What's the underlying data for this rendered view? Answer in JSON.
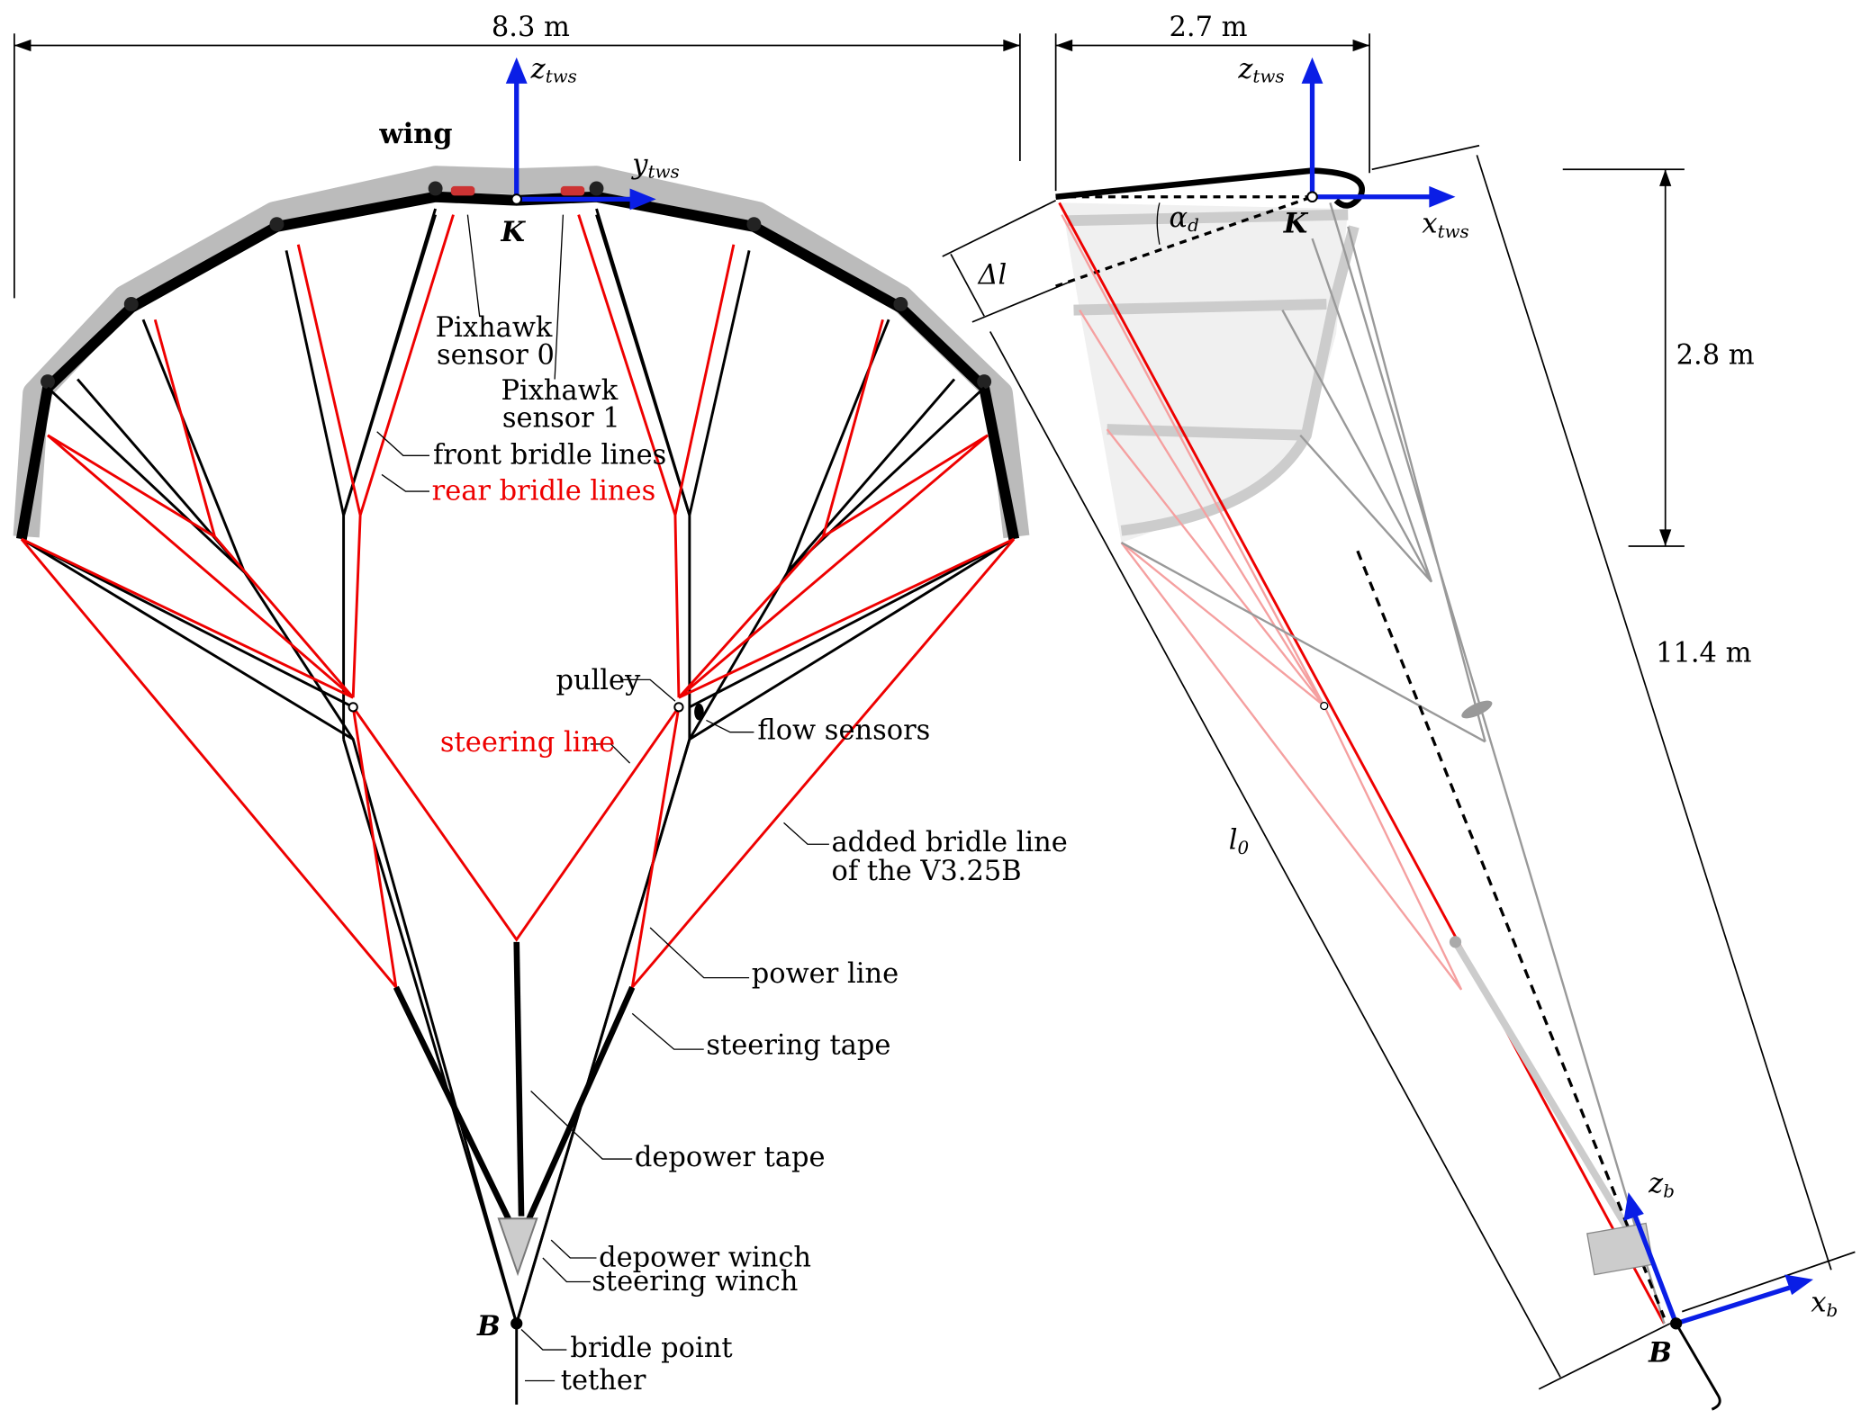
{
  "left_view": {
    "span_label": "8.3 m",
    "wing_label": "wing",
    "axis_z": {
      "main": "z",
      "sub": "tws"
    },
    "axis_y": {
      "main": "y",
      "sub": "tws"
    },
    "point_K": "K",
    "point_B": "B",
    "pixhawk0": [
      "Pixhawk",
      "sensor 0"
    ],
    "pixhawk1": [
      "Pixhawk",
      "sensor 1"
    ],
    "front_bridle": "front bridle lines",
    "rear_bridle": "rear bridle lines",
    "pulley": "pulley",
    "flow_sensors": "flow sensors",
    "steering_line": "steering line",
    "added_bridle": [
      "added bridle line",
      "of the V3.25B"
    ],
    "power_line": "power line",
    "steering_tape": "steering tape",
    "depower_tape": "depower tape",
    "depower_winch": "depower winch",
    "steering_winch": "steering winch",
    "bridle_point": "bridle point",
    "tether": "tether"
  },
  "right_view": {
    "chord_label": "2.7 m",
    "height_label": "2.8 m",
    "length_label": "11.4 m",
    "axis_z": {
      "main": "z",
      "sub": "tws"
    },
    "axis_x": {
      "main": "x",
      "sub": "tws"
    },
    "axis_zb": {
      "main": "z",
      "sub": "b"
    },
    "axis_xb": {
      "main": "x",
      "sub": "b"
    },
    "alpha": {
      "main": "α",
      "sub": "d"
    },
    "delta_l": "Δl",
    "l0": {
      "main": "l",
      "sub": "0"
    },
    "point_K": "K",
    "point_B": "B"
  },
  "colors": {
    "axis": "#0a1ee6",
    "rear_lines": "#ee0000",
    "front_lines": "#000000"
  }
}
